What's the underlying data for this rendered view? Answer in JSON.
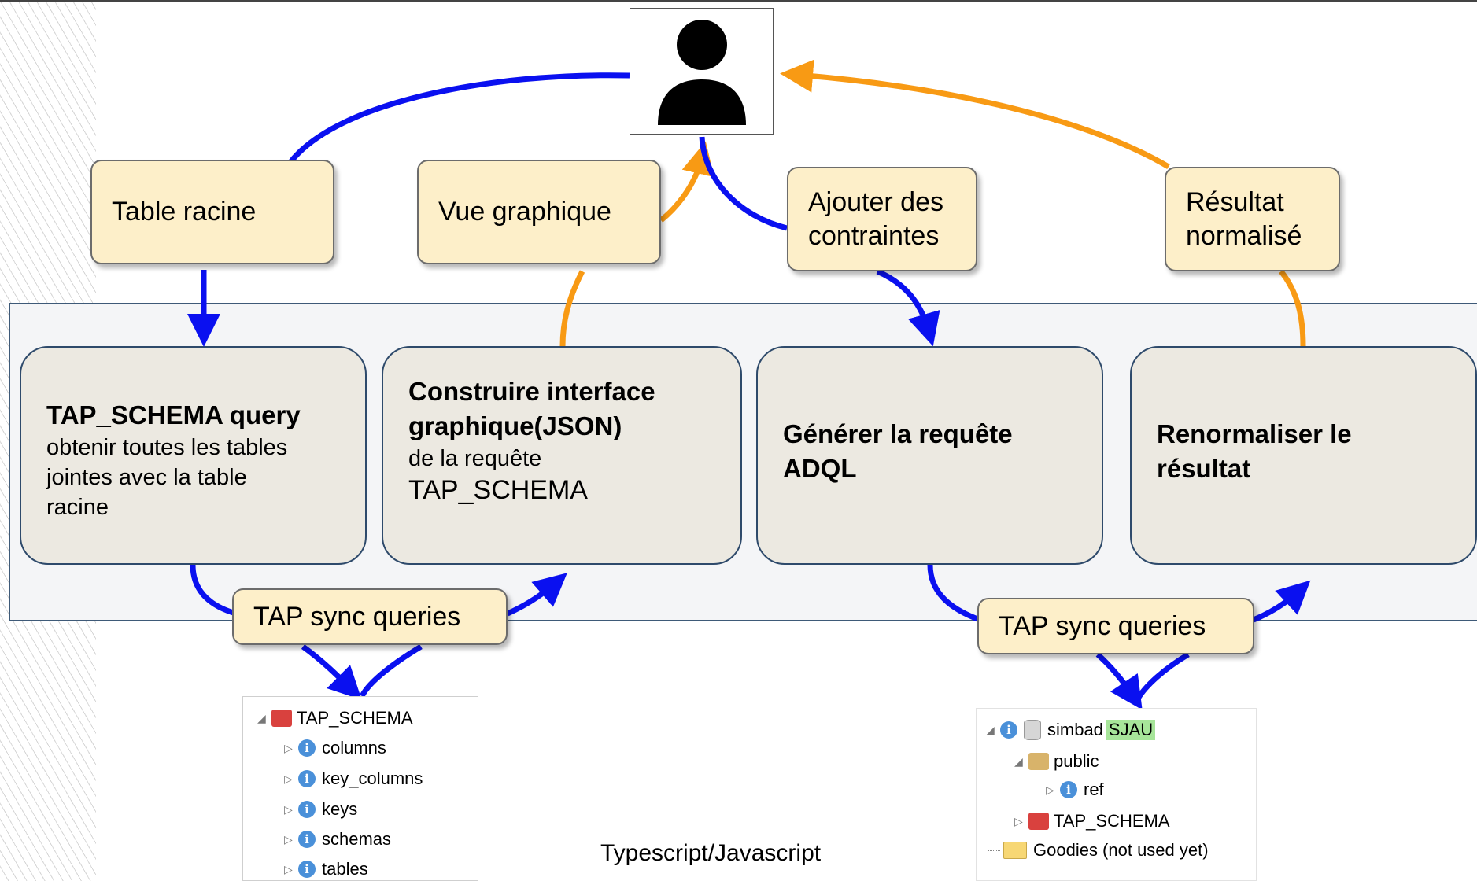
{
  "actor": {
    "icon": "user-icon"
  },
  "edge_labels": {
    "table_racine": "Table racine",
    "vue_graphique": "Vue graphique",
    "ajouter_contraintes_line1": "Ajouter des",
    "ajouter_contraintes_line2": "contraintes",
    "resultat_line1": "Résultat",
    "resultat_line2": "normalisé",
    "tap_sync_left": "TAP sync queries",
    "tap_sync_right": "TAP sync queries"
  },
  "processes": [
    {
      "title": "TAP_SCHEMA query",
      "desc_lines": [
        "obtenir toutes les tables",
        "jointes avec la table",
        "racine"
      ]
    },
    {
      "title_lines": [
        "Construire interface",
        "graphique(JSON)"
      ],
      "desc_lines": [
        "de la requête"
      ],
      "desc_large": "TAP_SCHEMA"
    },
    {
      "title_lines": [
        "Générer la requête",
        "ADQL"
      ]
    },
    {
      "title_lines": [
        "Renormaliser le",
        "résultat"
      ]
    }
  ],
  "tree_left": {
    "root": "TAP_SCHEMA",
    "items": [
      "columns",
      "key_columns",
      "keys",
      "schemas",
      "tables"
    ]
  },
  "tree_right": {
    "root": "simbad",
    "root_badge": "SJAU",
    "schema": "public",
    "table": "ref",
    "tap_schema": "TAP_SCHEMA",
    "goodies": "Goodies (not used yet)"
  },
  "footer": "Typescript/Javascript",
  "colors": {
    "request_flow": "#0a10f0",
    "response_flow": "#f89a14",
    "label_fill": "#fdefc9",
    "process_fill": "#ece9e1",
    "process_border": "#2e4a6b"
  }
}
